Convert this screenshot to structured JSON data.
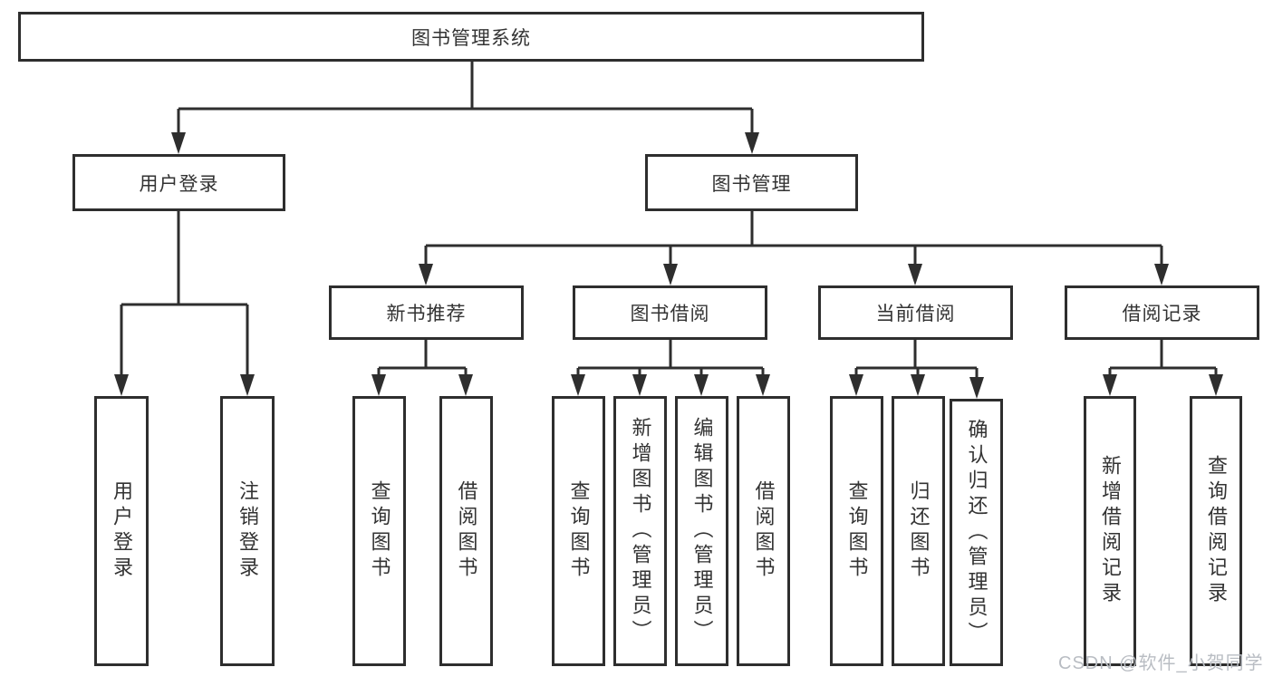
{
  "nodes": {
    "root": "图书管理系统",
    "user_login": "用户登录",
    "book_mgmt": "图书管理",
    "new_book_rec": "新书推荐",
    "book_borrow": "图书借阅",
    "current_borrow": "当前借阅",
    "borrow_records": "借阅记录",
    "leaf_user_login": "用户登录",
    "leaf_logout": "注销登录",
    "rec_query_books": "查询图书",
    "rec_borrow_books": "借阅图书",
    "bb_query_books": "查询图书",
    "bb_add_books": "新增图书（管理员）",
    "bb_edit_books": "编辑图书（管理员）",
    "bb_borrow_books": "借阅图书",
    "cb_query_books": "查询图书",
    "cb_return_books": "归还图书",
    "cb_confirm_return": "确认归还（管理员）",
    "br_add_record": "新增借阅记录",
    "br_query_record": "查询借阅记录"
  },
  "watermark": "CSDN @软件_小贺同学",
  "colors": {
    "line": "#2e2e2e",
    "border": "#2e2e2e",
    "text": "#333333",
    "watermark": "#b9bdc3",
    "background": "#ffffff"
  }
}
